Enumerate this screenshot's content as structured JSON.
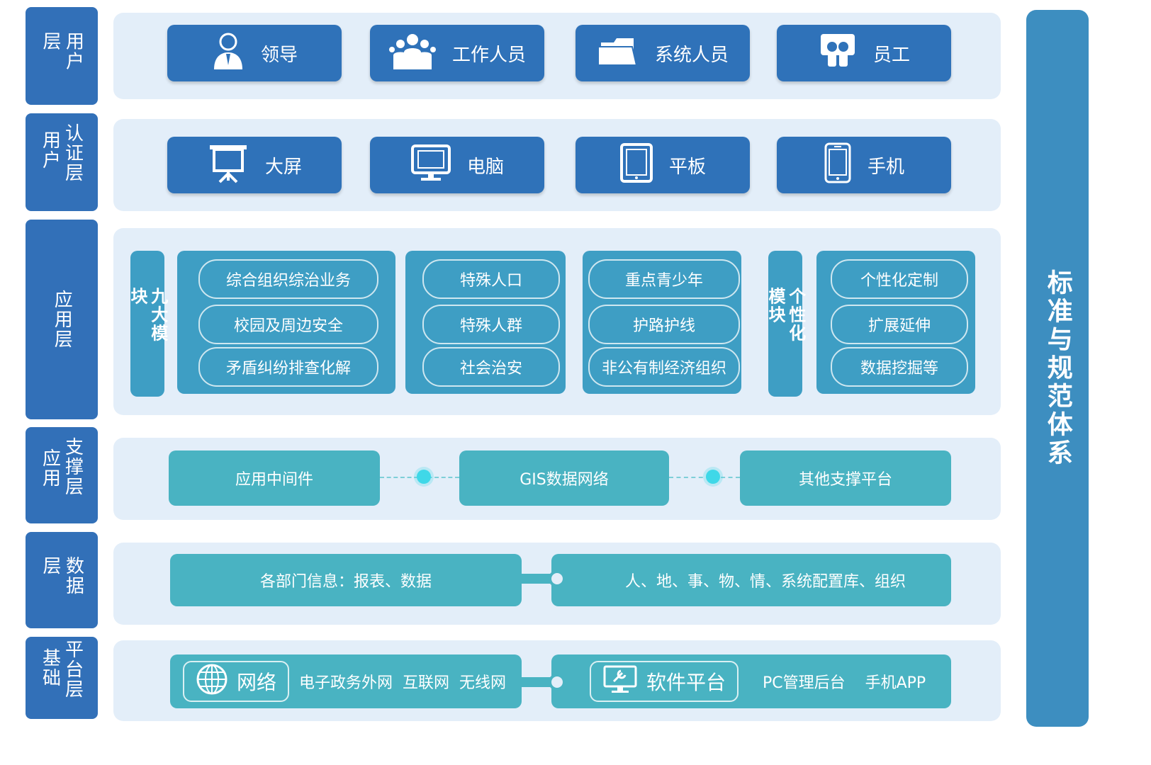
{
  "layers": {
    "user": "用户层",
    "auth_a": "用户",
    "auth_b": "认证层",
    "app": "应用层",
    "support_a": "应用",
    "support_b": "支撑层",
    "data": "数据层",
    "base_a": "基础",
    "base_b": "平台层"
  },
  "standards": "标准与规范体系",
  "users": [
    {
      "label": "领导",
      "icon": "leader-icon"
    },
    {
      "label": "工作人员",
      "icon": "staff-group-icon"
    },
    {
      "label": "系统人员",
      "icon": "system-folder-icon"
    },
    {
      "label": "员工",
      "icon": "employee-icon"
    }
  ],
  "devices": [
    {
      "label": "大屏",
      "icon": "big-screen-icon"
    },
    {
      "label": "电脑",
      "icon": "monitor-icon"
    },
    {
      "label": "平板",
      "icon": "tablet-icon"
    },
    {
      "label": "手机",
      "icon": "phone-icon"
    }
  ],
  "app": {
    "nine_modules_label": "九大模块",
    "group1": [
      "综合组织综治业务",
      "校园及周边安全",
      "矛盾纠纷排查化解"
    ],
    "group2": [
      "特殊人口",
      "特殊人群",
      "社会治安"
    ],
    "group3": [
      "重点青少年",
      "护路护线",
      "非公有制经济组织"
    ],
    "personal_modules_label": "个性化模块",
    "group4": [
      "个性化定制",
      "扩展延伸",
      "数据挖掘等"
    ]
  },
  "support": [
    "应用中间件",
    "GIS数据网络",
    "其他支撑平台"
  ],
  "data": {
    "left": "各部门信息：报表、数据",
    "right": "人、地、事、物、情、系统配置库、组织"
  },
  "base": {
    "network_label": "网络",
    "network_items": "电子政务外网  互联网  无线网",
    "software_label": "软件平台",
    "software_items": "PC管理后台    手机APP"
  },
  "colors": {
    "navy_card": "#2f72b9",
    "teal_group": "#3e9ec4",
    "teal_box": "#49b3c2",
    "band": "#e3eef9",
    "cyan_dot": "#3fd8e8"
  }
}
